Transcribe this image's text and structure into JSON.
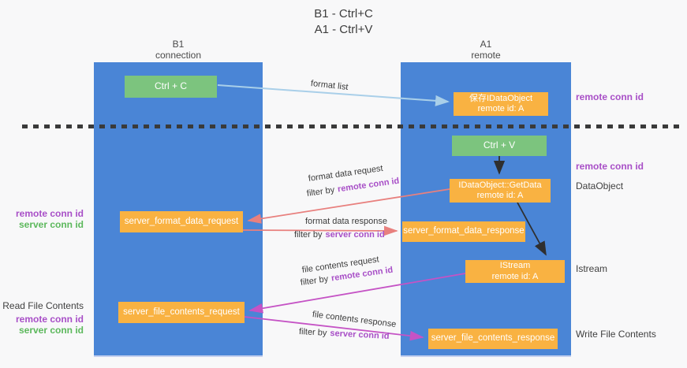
{
  "title": {
    "line1": "B1 - Ctrl+C",
    "line2": "A1 - Ctrl+V"
  },
  "lanes": {
    "left": {
      "header_line1": "B1",
      "header_line2": "connection"
    },
    "right": {
      "header_line1": "A1",
      "header_line2": "remote"
    }
  },
  "nodes": {
    "ctrl_c": {
      "label": "Ctrl + C"
    },
    "save_idataobject": {
      "line1": "保存IDataObject",
      "line2": "remote id: A"
    },
    "ctrl_v": {
      "label": "Ctrl + V"
    },
    "getdata": {
      "line1": "IDataObject::GetData",
      "line2": "remote id: A"
    },
    "format_request": {
      "label": "server_format_data_request"
    },
    "format_response": {
      "label": "server_format_data_response"
    },
    "istream": {
      "line1": "IStream",
      "line2": "remote id: A"
    },
    "file_request": {
      "label": "server_file_contents_request"
    },
    "file_response": {
      "label": "server_file_contents_response"
    }
  },
  "flow_labels": {
    "format_list": "format list",
    "format_data_request": "format data request",
    "format_data_response": "format data response",
    "file_contents_request": "file contents request",
    "file_contents_response": "file contents response",
    "filter_by": "filter by",
    "remote_conn_id": "remote conn id",
    "server_conn_id": "server conn id"
  },
  "side_labels": {
    "left": {
      "remote_conn_id_format": "remote conn id",
      "server_conn_id_format": "server conn id",
      "read_file_contents": "Read File Contents",
      "remote_conn_id_file": "remote conn id",
      "server_conn_id_file": "server conn id"
    },
    "right": {
      "remote_conn_id_top": "remote conn id",
      "remote_conn_id_mid": "remote conn id",
      "dataobject": "DataObject",
      "istream": "Istream",
      "write_file_contents": "Write File Contents"
    }
  },
  "colors": {
    "lane_blue": "#4a85d6",
    "node_orange": "#f9b242",
    "node_green": "#7cc47e",
    "arrow_light_blue": "#a9cfe9",
    "arrow_red": "#e8807e",
    "arrow_magenta": "#c553c5",
    "arrow_black": "#2f2f2f",
    "text_purple": "#a84fc7",
    "text_green": "#5cb85c",
    "text_dark": "#3f3f3f"
  }
}
